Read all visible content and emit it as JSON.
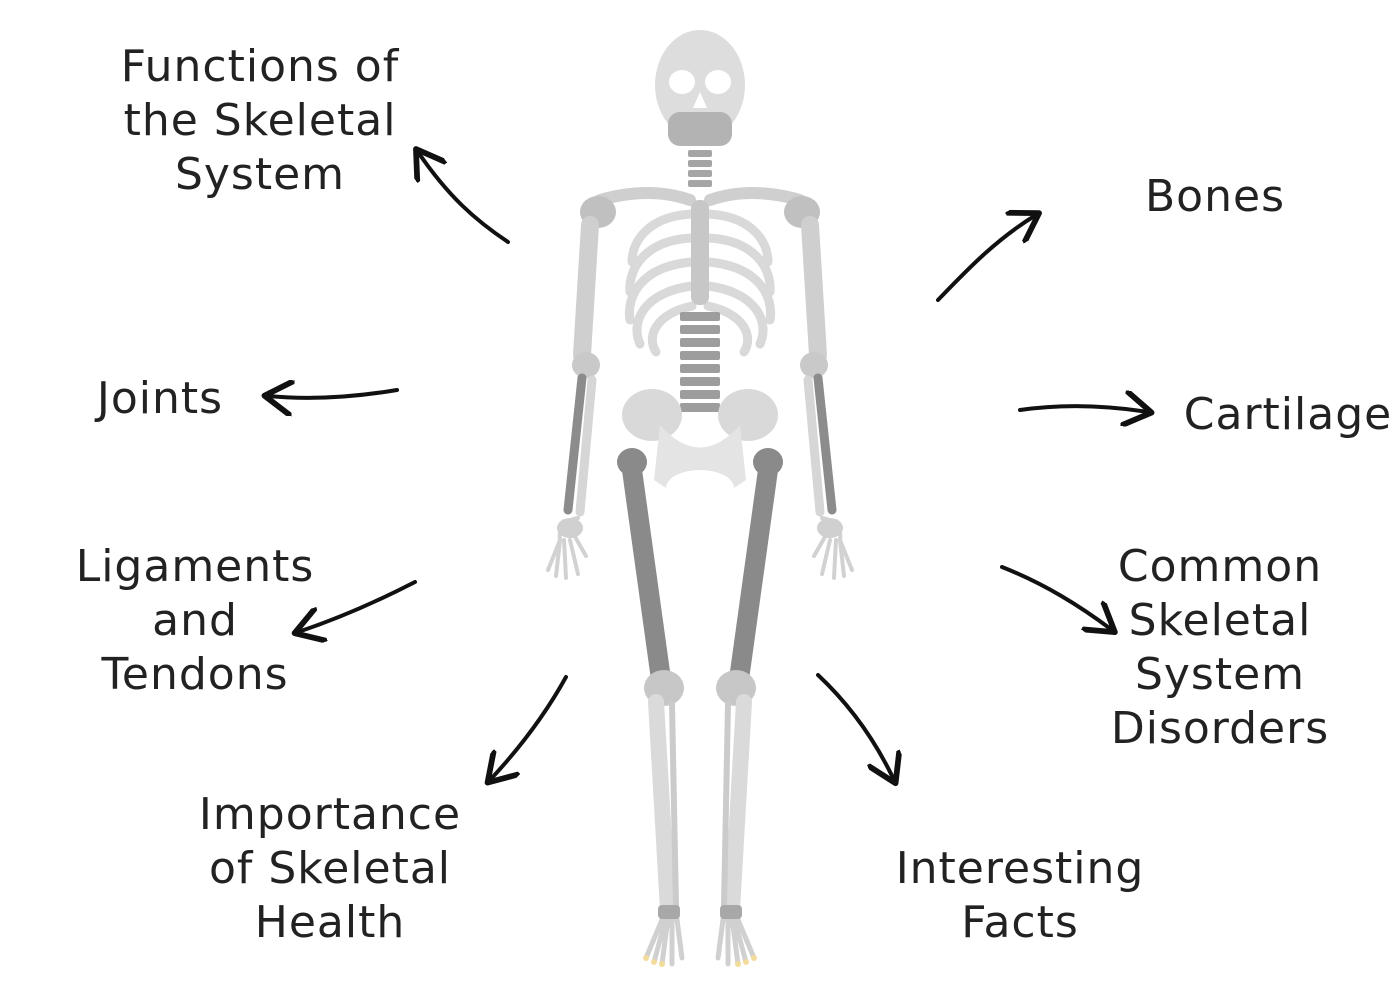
{
  "labels": {
    "functions": "Functions of\nthe Skeletal\nSystem",
    "joints": "Joints",
    "ligaments": "Ligaments\nand\nTendons",
    "importance": "Importance\nof Skeletal\nHealth",
    "bones": "Bones",
    "cartilage": "Cartilage",
    "disorders": "Common\nSkeletal\nSystem\nDisorders",
    "facts": "Interesting\nFacts"
  },
  "colors": {
    "text": "#222222",
    "arrow": "#111111",
    "bone_light": "#e2e2e2",
    "bone_mid": "#c4c4c4",
    "bone_dark": "#8e8e8e",
    "toenail": "#f2dc9a"
  }
}
